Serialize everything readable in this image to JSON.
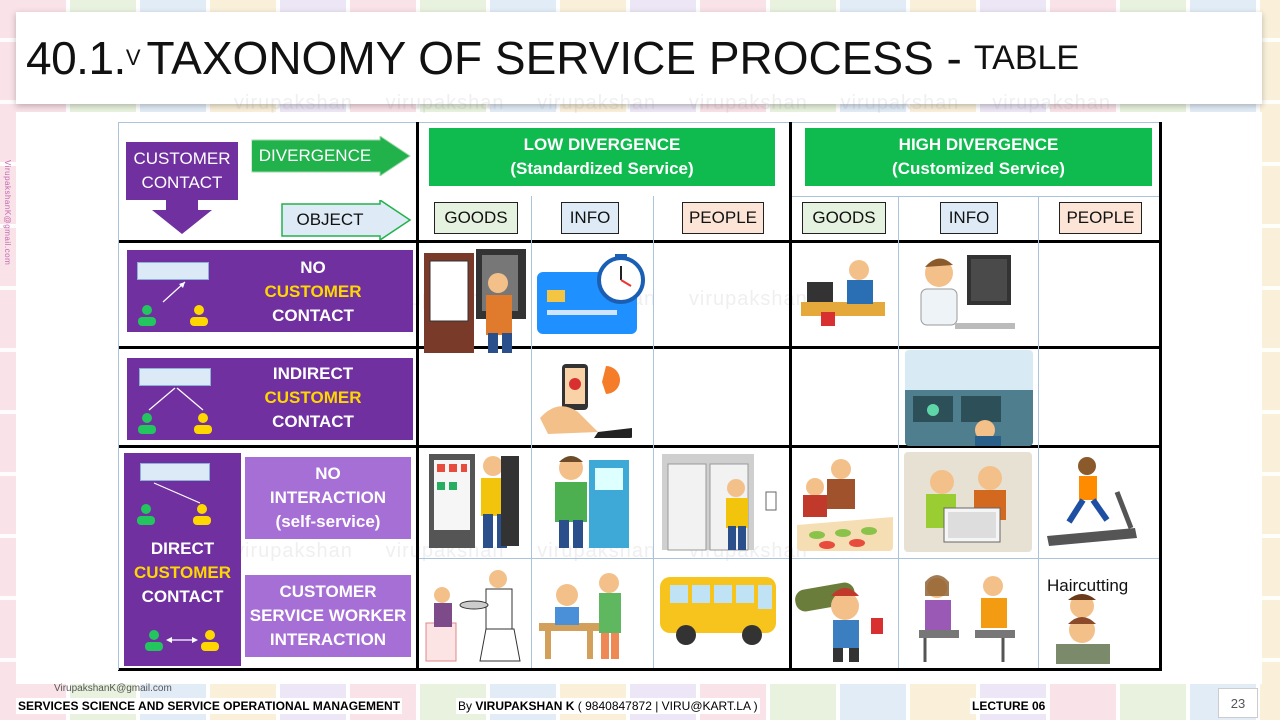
{
  "title": {
    "number": "40.1.",
    "sub": "V",
    "main": "TAXONOMY OF SERVICE PROCESS -",
    "suffix": "TABLE"
  },
  "watermark": {
    "text": "virupakshan",
    "email": "virupakshank@gmail.com",
    "side_email": "VirupakshanK@gmail.com"
  },
  "header": {
    "customer_contact": [
      "CUSTOMER",
      "CONTACT"
    ],
    "divergence_label": "DIVERGENCE",
    "object_label": "OBJECT",
    "low_divergence": [
      "LOW DIVERGENCE",
      "(Standardized Service)"
    ],
    "high_divergence": [
      "HIGH DIVERGENCE",
      "(Customized Service)"
    ],
    "columns": [
      "GOODS",
      "INFO",
      "PEOPLE",
      "GOODS",
      "INFO",
      "PEOPLE"
    ]
  },
  "rows": {
    "no_contact": [
      "NO",
      "CUSTOMER",
      "CONTACT"
    ],
    "indirect": [
      "INDIRECT",
      "CUSTOMER",
      "CONTACT"
    ],
    "direct": [
      "DIRECT",
      "CUSTOMER",
      "CONTACT"
    ],
    "no_interaction": [
      "NO",
      "INTERACTION",
      "(self-service)"
    ],
    "worker_interaction": [
      "CUSTOMER",
      "SERVICE WORKER",
      "INTERACTION"
    ]
  },
  "cells": {
    "haircutting_label": "Haircutting"
  },
  "footer": {
    "email": "VirupakshanK@gmail.com",
    "course": "SERVICES SCIENCE AND SERVICE OPERATIONAL MANAGEMENT",
    "author_prefix": "By ",
    "author": "VIRUPAKSHAN K",
    "author_contact": " ( 9840847872   | VIRU@KART.LA )",
    "lecture": "LECTURE 06",
    "page": "23"
  },
  "colors": {
    "purple": "#7030a0",
    "light_purple": "#a66fd6",
    "green": "#0fba4e",
    "yellow": "#ffd700"
  }
}
